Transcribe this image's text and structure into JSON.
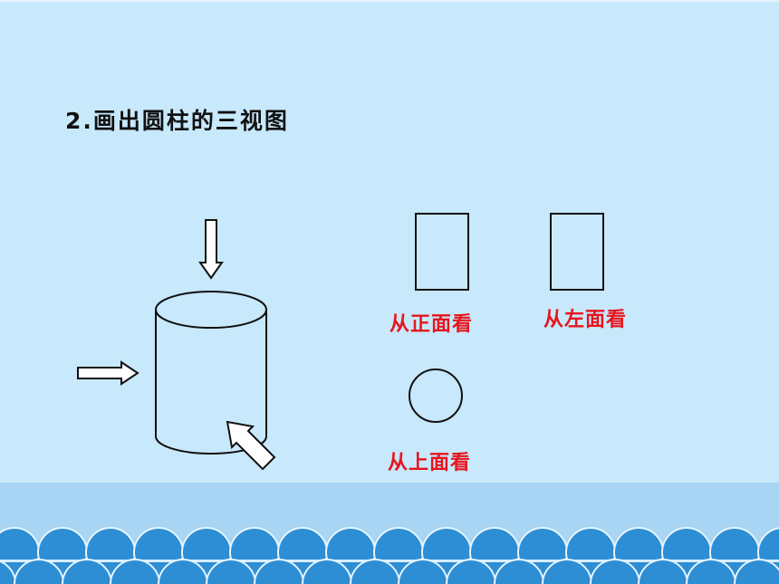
{
  "slide": {
    "title": "2.画出圆柱的三视图"
  },
  "views": {
    "front_label": "从正面看",
    "left_label": "从左面看",
    "top_label": "从上面看"
  },
  "colors": {
    "background": "#c8e8fb",
    "label": "#e8141c",
    "wave_dark": "#2d8ed4",
    "band": "#a7d5f3"
  }
}
